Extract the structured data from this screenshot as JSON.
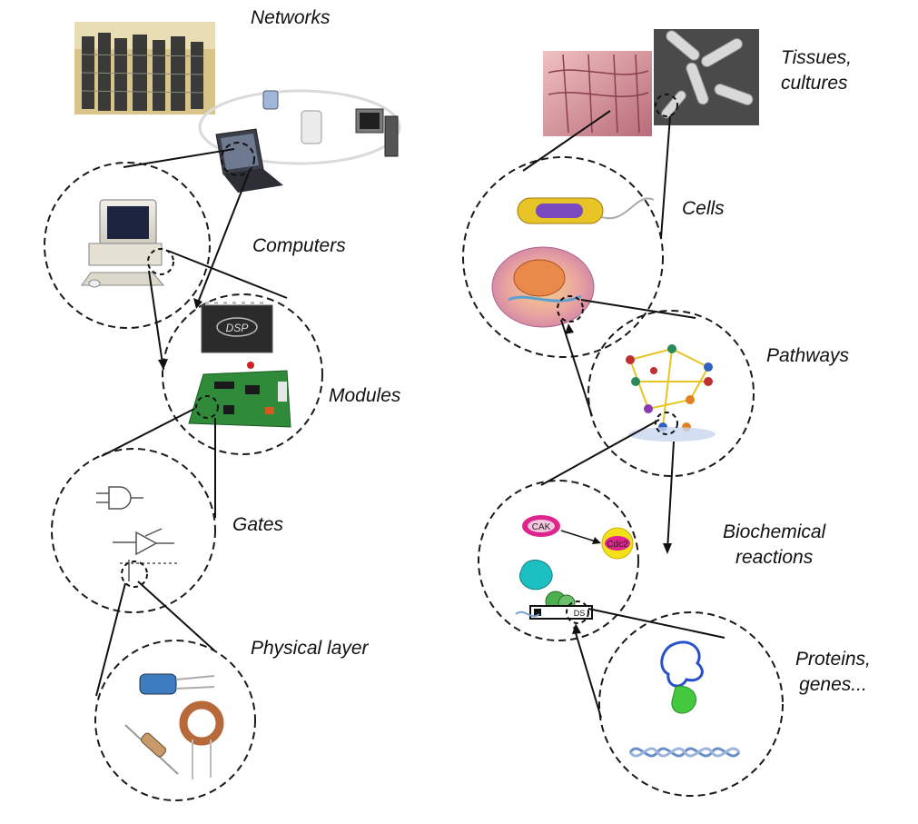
{
  "labels": {
    "networks": "Networks",
    "computers": "Computers",
    "modules": "Modules",
    "gates": "Gates",
    "physical_layer": "Physical layer",
    "tissues_line1": "Tissues,",
    "tissues_line2": "cultures",
    "cells": "Cells",
    "pathways": "Pathways",
    "biochem_line1": "Biochemical",
    "biochem_line2": "reactions",
    "proteins_line1": "Proteins,",
    "proteins_line2": "genes..."
  },
  "chip_labels": {
    "dsp": "DSP",
    "cak": "CAK",
    "cdc2": "Cdc2",
    "ds": "DS"
  },
  "colors": {
    "circle_stroke": "#1a1a1a",
    "link_stroke": "#111111",
    "pcb_green": "#2f8a3a",
    "enzyme_magenta": "#e0248f",
    "protein_yellow": "#f5e11a",
    "dna_blue": "#6a8fc8"
  }
}
